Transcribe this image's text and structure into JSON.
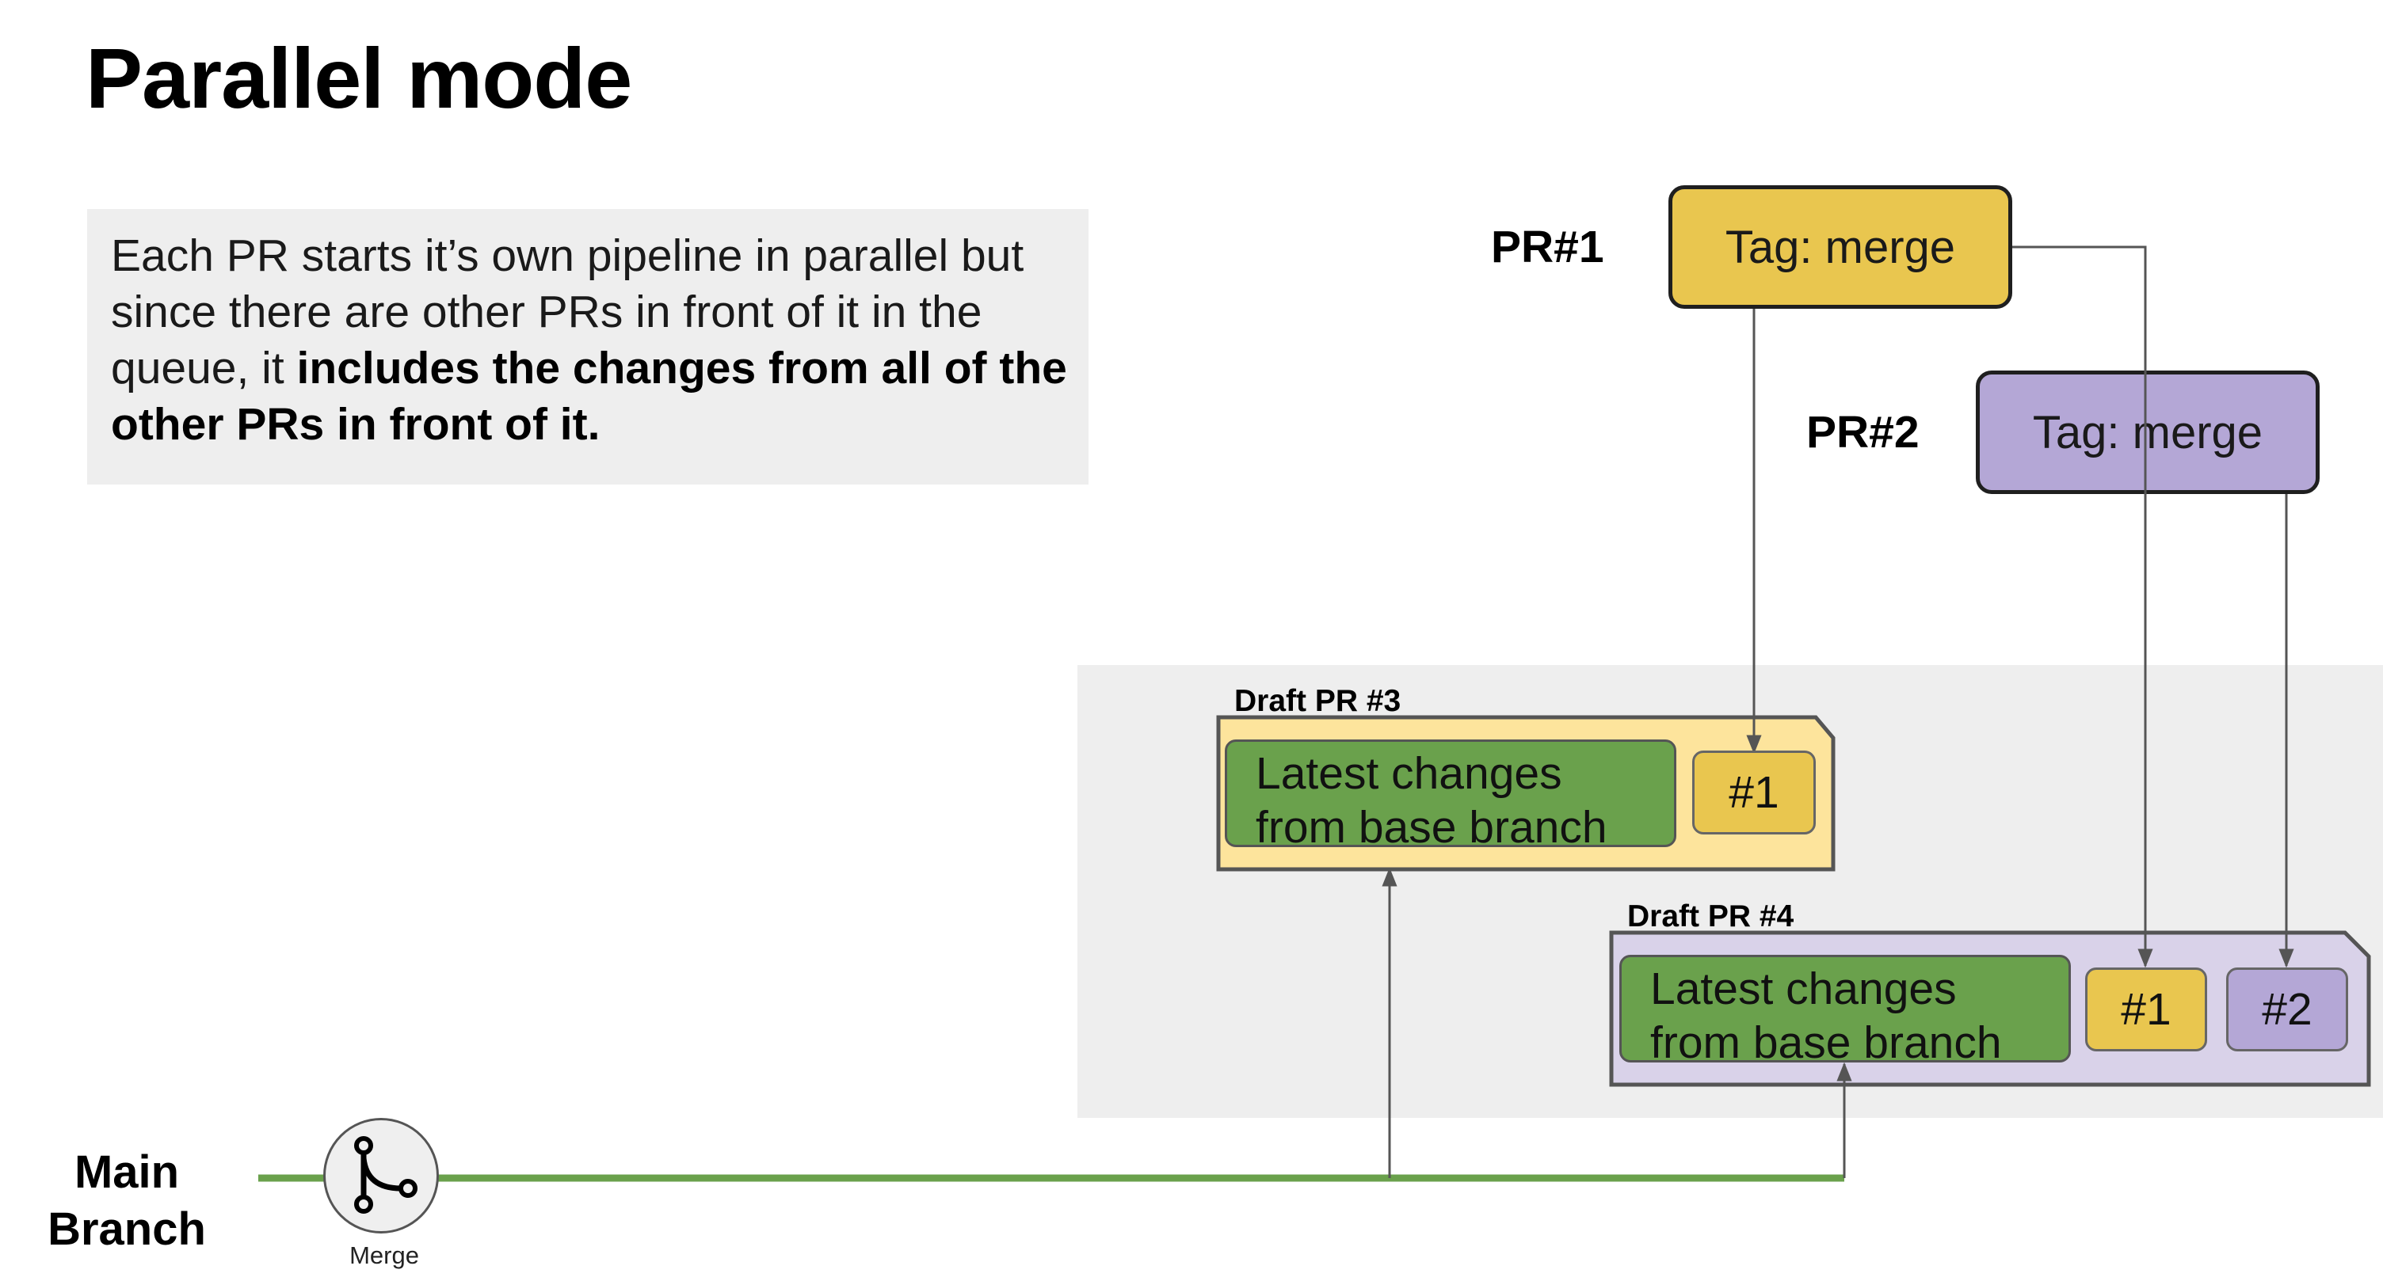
{
  "title": "Parallel mode",
  "note": {
    "line1": "Each PR starts it’s own pipeline in parallel but",
    "line2": "since there are other PRs in front of it in the",
    "line3_plain": "queue, it ",
    "line3_bold": "includes the changes from all of the",
    "line4_bold": "other PRs in front of it."
  },
  "pr1": {
    "label": "PR#1",
    "tag": "Tag: merge",
    "color": "#e9c64f"
  },
  "pr2": {
    "label": "PR#2",
    "tag": "Tag: merge",
    "color": "#b4a7d6"
  },
  "draft3": {
    "label": "Draft PR #3",
    "latest_line1": "Latest changes",
    "latest_line2": "from base branch",
    "chips": [
      "#1"
    ],
    "bg": "#fde49c"
  },
  "draft4": {
    "label": "Draft PR #4",
    "latest_line1": "Latest changes",
    "latest_line2": "from base branch",
    "chips": [
      "#1",
      "#2"
    ],
    "bg": "#d9d2e9"
  },
  "main_branch": {
    "line1": "Main",
    "line2": "Branch",
    "color": "#6aa14c"
  },
  "merge": {
    "caption": "Merge",
    "icon": "merge-icon"
  }
}
